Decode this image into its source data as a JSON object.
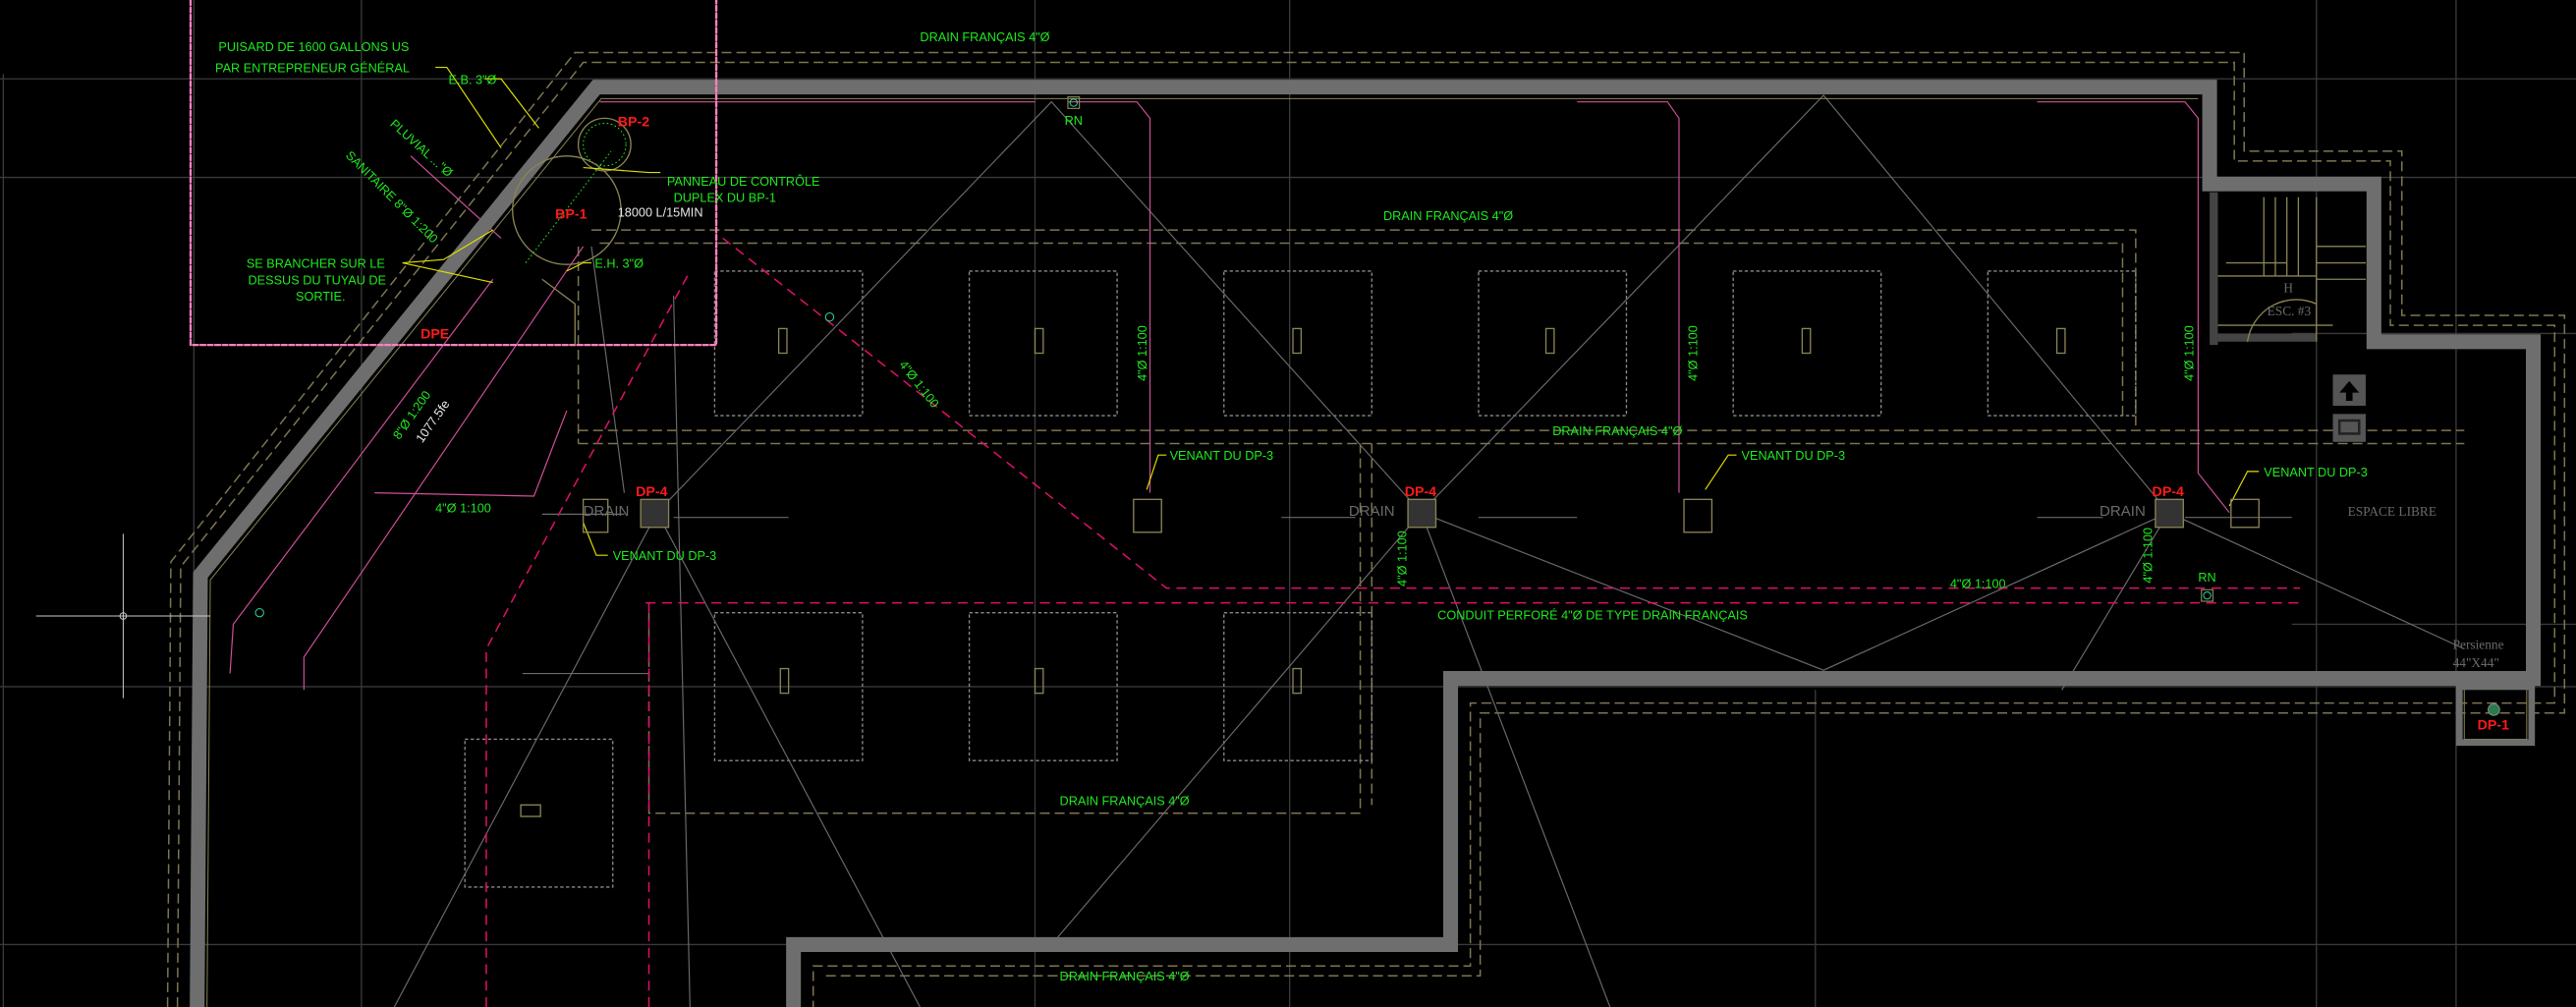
{
  "drawing": {
    "colors": {
      "background": "#000000",
      "annotation": "#1eea1e",
      "equipment_tag": "#ff1a1a",
      "wall": "#6e6e6e",
      "perforated_drain": "#e0106a",
      "cloud": "#ff80c0"
    },
    "drain_francais": [
      "DRAIN FRANÇAIS 4\"Ø",
      "DRAIN FRANÇAIS 4\"Ø",
      "DRAIN FRANÇAIS 4\"Ø",
      "DRAIN FRANÇAIS 4\"Ø",
      "DRAIN FRANÇAIS 4\"Ø"
    ],
    "sump_note": [
      "PUISARD DE 1600 GALLONS US",
      "PAR ENTREPRENEUR GÉNÉRAL"
    ],
    "eb": "E.B. 3\"Ø",
    "eh": "E.H. 3\"Ø",
    "pluvial": "PLUVIAL ...\"Ø",
    "sanitaire": "SANITAIRE 8\"Ø 1:200",
    "panel_note": [
      "PANNEAU DE CONTRÔLE",
      "DUPLEX DU BP-1"
    ],
    "flow": "18000 L/15MIN",
    "bp2": "BP-2",
    "bp1": "BP-1",
    "connect_note": [
      "SE BRANCHER SUR LE",
      "DESSUS DU TUYAU DE",
      "SORTIE."
    ],
    "dpe": "DPE",
    "pipe_8": "8\"Ø 1:200",
    "elev": "1077.5fe",
    "pipe_4": "4\"Ø 1:100",
    "drain_label": "DRAIN",
    "dp4": "DP-4",
    "venant": "VENANT DU DP-3",
    "conduit": "CONDUIT PERFORÉ 4\"Ø DE TYPE DRAIN FRANÇAIS",
    "rn": "RN",
    "stair": "ESC. #3",
    "stair_h": "H",
    "espace": "ESPACE LIBRE",
    "persienne": [
      "Persienne",
      "44\"X44\""
    ],
    "dp1": "DP-1",
    "icons": [
      "up-arrow-icon",
      "emergency-exit-icon",
      "cleanout-icon",
      "floor-drain-icon"
    ]
  }
}
